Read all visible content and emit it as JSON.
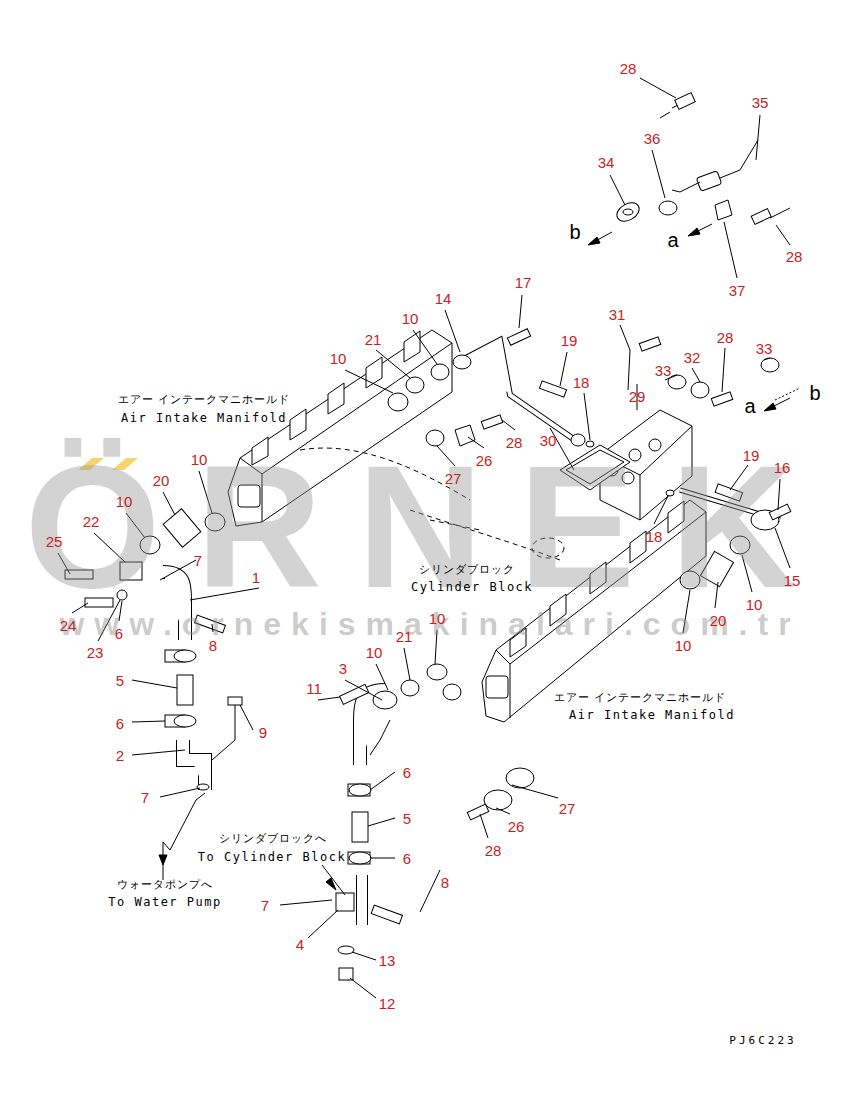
{
  "diagram": {
    "labels": [
      "28",
      "35",
      "36",
      "34",
      "b",
      "a",
      "28",
      "37",
      "17",
      "14",
      "10",
      "21",
      "10",
      "19",
      "31",
      "33",
      "32",
      "28",
      "33",
      "a",
      "b",
      "29",
      "18",
      "30",
      "28",
      "26",
      "27",
      "10",
      "20",
      "10",
      "22",
      "7",
      "25",
      "1",
      "24",
      "6",
      "23",
      "8",
      "19",
      "16",
      "18",
      "15",
      "10",
      "20",
      "10",
      "10",
      "21",
      "10",
      "3",
      "11",
      "5",
      "6",
      "2",
      "9",
      "7",
      "6",
      "5",
      "6",
      "8",
      "27",
      "26",
      "28",
      "7",
      "4",
      "13",
      "12",
      "エアー インテークマニホールド",
      "Air Intake Manifold",
      "シリンダブロック",
      "Cylinder Block",
      "エアー インテークマニホールド",
      "Air Intake Manifold",
      "シリンダブロックへ",
      "To Cylinder Block",
      "ウォータポンプへ",
      "To Water Pump",
      "PJ6C223",
      "ÖRNEK",
      "www.ornekismakinalari.com.tr"
    ]
  }
}
